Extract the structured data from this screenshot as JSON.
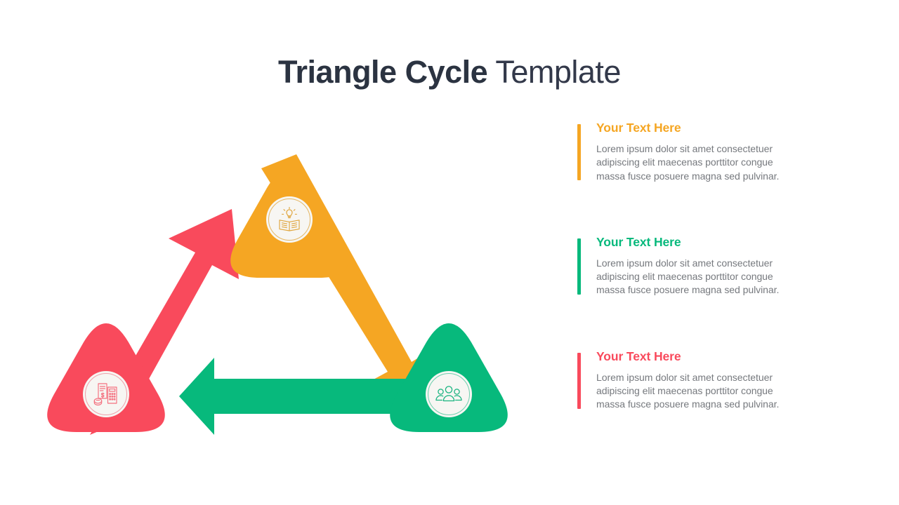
{
  "title": {
    "strong": "Triangle Cycle",
    "light": " Template"
  },
  "colors": {
    "orange": "#F5A623",
    "green": "#07B97C",
    "red": "#F94A5C",
    "title": "#2b3341",
    "body_text": "#76797e",
    "background": "#ffffff",
    "icon_circle_fill": "#f7f6f3"
  },
  "diagram": {
    "nodes": [
      {
        "id": "node-top",
        "position": "top",
        "color": "#F5A623",
        "icon": "book-lightbulb-icon"
      },
      {
        "id": "node-bottom-left",
        "position": "bottom-left",
        "color": "#F94A5C",
        "icon": "invoice-calculator-icon"
      },
      {
        "id": "node-bottom-right",
        "position": "bottom-right",
        "color": "#07B97C",
        "icon": "people-group-icon"
      }
    ],
    "arrows": [
      {
        "id": "arrow-top-to-bottom-right",
        "color": "#F5A623",
        "from": "node-top",
        "to": "node-bottom-right",
        "direction": "down-right"
      },
      {
        "id": "arrow-bottom-right-to-bottom-left",
        "color": "#07B97C",
        "from": "node-bottom-right",
        "to": "node-bottom-left",
        "direction": "left"
      },
      {
        "id": "arrow-bottom-left-to-top",
        "color": "#F94A5C",
        "from": "node-bottom-left",
        "to": "node-top",
        "direction": "up-right"
      }
    ]
  },
  "text_blocks": [
    {
      "id": "text-block-1",
      "accent": "#F5A623",
      "heading": "Your Text Here",
      "body": "Lorem ipsum dolor sit amet consectetuer adipiscing elit maecenas porttitor congue massa fusce posuere magna sed pulvinar."
    },
    {
      "id": "text-block-2",
      "accent": "#07B97C",
      "heading": "Your Text Here",
      "body": "Lorem ipsum dolor sit amet consectetuer adipiscing elit maecenas porttitor congue massa fusce posuere magna sed pulvinar."
    },
    {
      "id": "text-block-3",
      "accent": "#F94A5C",
      "heading": "Your Text Here",
      "body": "Lorem ipsum dolor sit amet consectetuer adipiscing elit maecenas porttitor congue massa fusce posuere magna sed pulvinar."
    }
  ]
}
